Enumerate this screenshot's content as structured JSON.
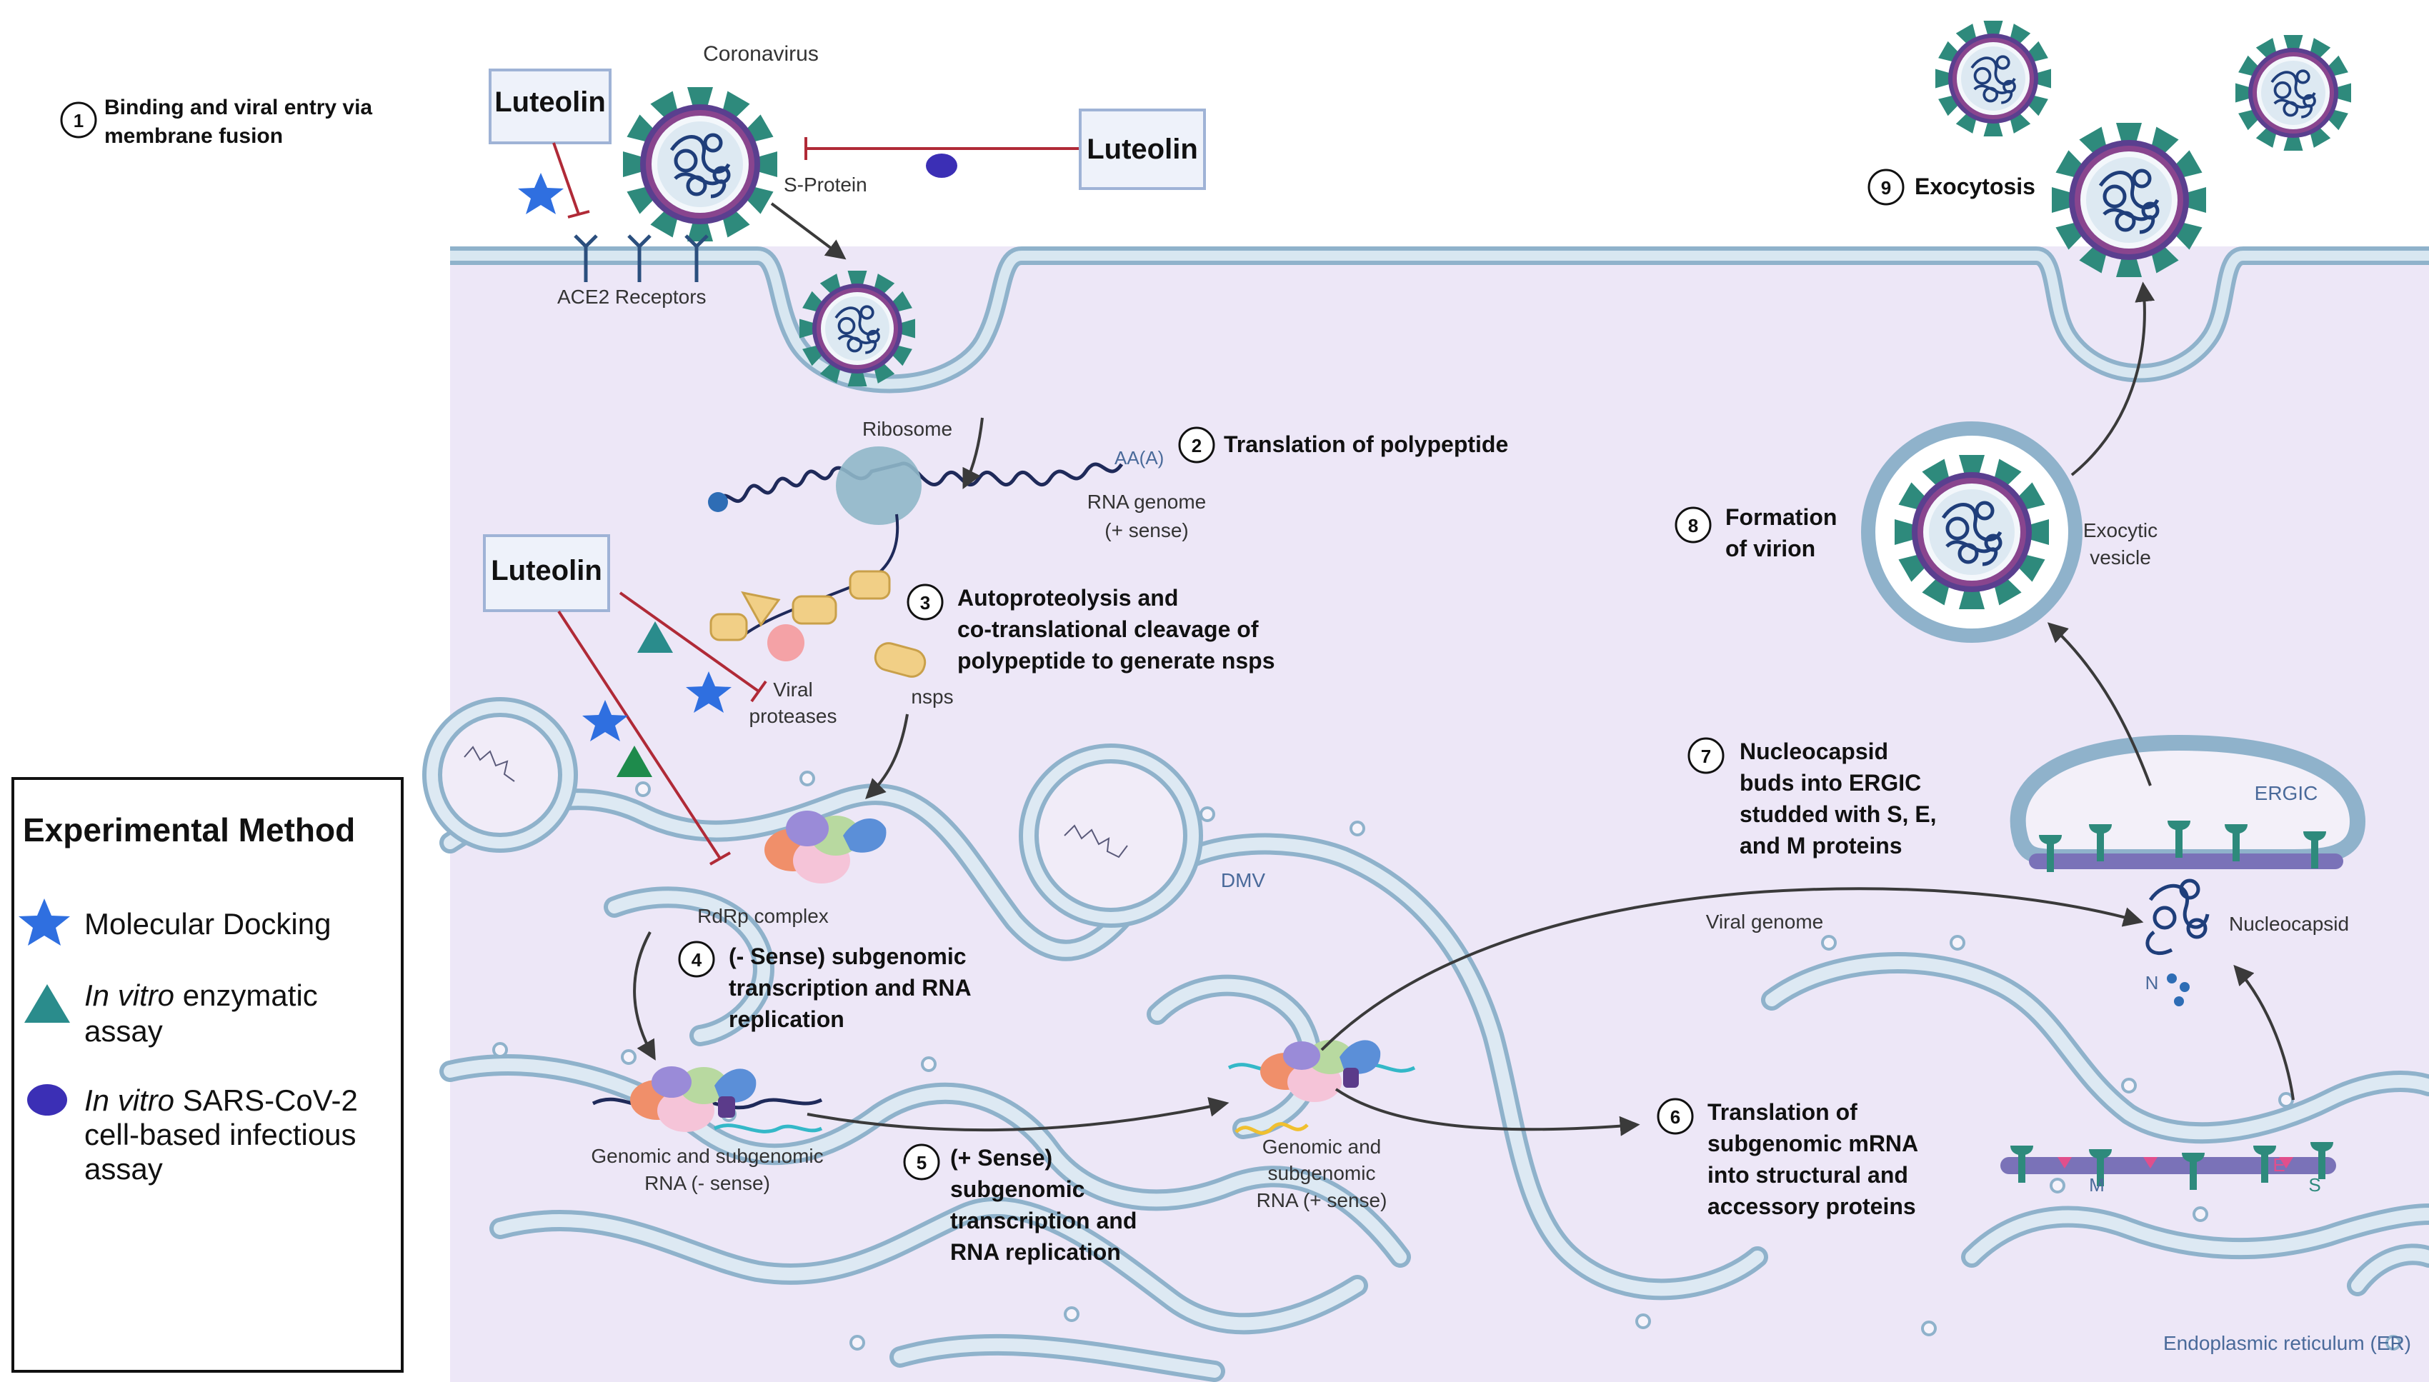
{
  "virus_label": "Coronavirus",
  "s_protein_label": "S-Protein",
  "ace2_label": "ACE2 Receptors",
  "luteolin": [
    "Luteolin",
    "Luteolin",
    "Luteolin"
  ],
  "steps": {
    "s1": {
      "num": "1",
      "lines": [
        "Binding and viral entry via",
        "membrane fusion"
      ]
    },
    "s2": {
      "num": "2",
      "lines": [
        "Translation of polypeptide"
      ]
    },
    "s3": {
      "num": "3",
      "lines": [
        "Autoproteolysis and",
        "co-translational cleavage of",
        "polypeptide to generate nsps"
      ]
    },
    "s4": {
      "num": "4",
      "lines": [
        "(- Sense) subgenomic",
        "transcription and RNA",
        "replication"
      ]
    },
    "s5": {
      "num": "5",
      "lines": [
        "(+ Sense)",
        "subgenomic",
        "transcription and",
        "RNA replication"
      ]
    },
    "s6": {
      "num": "6",
      "lines": [
        "Translation of",
        "subgenomic mRNA",
        "into structural and",
        "accessory proteins"
      ]
    },
    "s7": {
      "num": "7",
      "lines": [
        "Nucleocapsid",
        "buds into ERGIC",
        "studded with S, E,",
        "and M proteins"
      ]
    },
    "s8": {
      "num": "8",
      "lines": [
        "Formation",
        "of virion"
      ]
    },
    "s9": {
      "num": "9",
      "lines": [
        "Exocytosis"
      ]
    }
  },
  "labels": {
    "ribosome": "Ribosome",
    "aaa": "AA(A)",
    "rna_genome": [
      "RNA genome",
      "(+ sense)"
    ],
    "viral_proteases": [
      "Viral",
      "proteases"
    ],
    "nsps": "nsps",
    "rdrp": "RdRp complex",
    "dmv": "DMV",
    "genomic_minus": [
      "Genomic and subgenomic",
      "RNA (- sense)"
    ],
    "genomic_plus": [
      "Genomic and",
      "subgenomic",
      "RNA (+ sense)"
    ],
    "viral_genome": "Viral genome",
    "nucleocapsid": "Nucleocapsid",
    "n": "N",
    "ergic": "ERGIC",
    "exocytic_vesicle": [
      "Exocytic",
      "vesicle"
    ],
    "m": "M",
    "e": "E",
    "s": "S",
    "er": "Endoplasmic reticulum (ER)"
  },
  "legend": {
    "title": "Experimental Method",
    "items": [
      {
        "shape": "star",
        "color": "#2f6fe0",
        "lines": [
          "Molecular Docking"
        ]
      },
      {
        "shape": "triangle",
        "color": "#2a8c8c",
        "italic": "In vitro",
        "lines": [
          " enzymatic",
          "assay"
        ]
      },
      {
        "shape": "ellipse",
        "color": "#3b2fb5",
        "italic": "In vitro",
        "lines": [
          " SARS-CoV-2",
          "cell-based infectious",
          "assay"
        ]
      }
    ]
  },
  "colors": {
    "cell": "#ede7f7",
    "membrane": "#c4d8e6",
    "membrane_edge": "#8fb2cb",
    "inhibit": "#b02a37",
    "virus_spike": "#2e8a7c",
    "virus_ring": "#5a3f8f",
    "tri_green": "#1e8b4c"
  }
}
